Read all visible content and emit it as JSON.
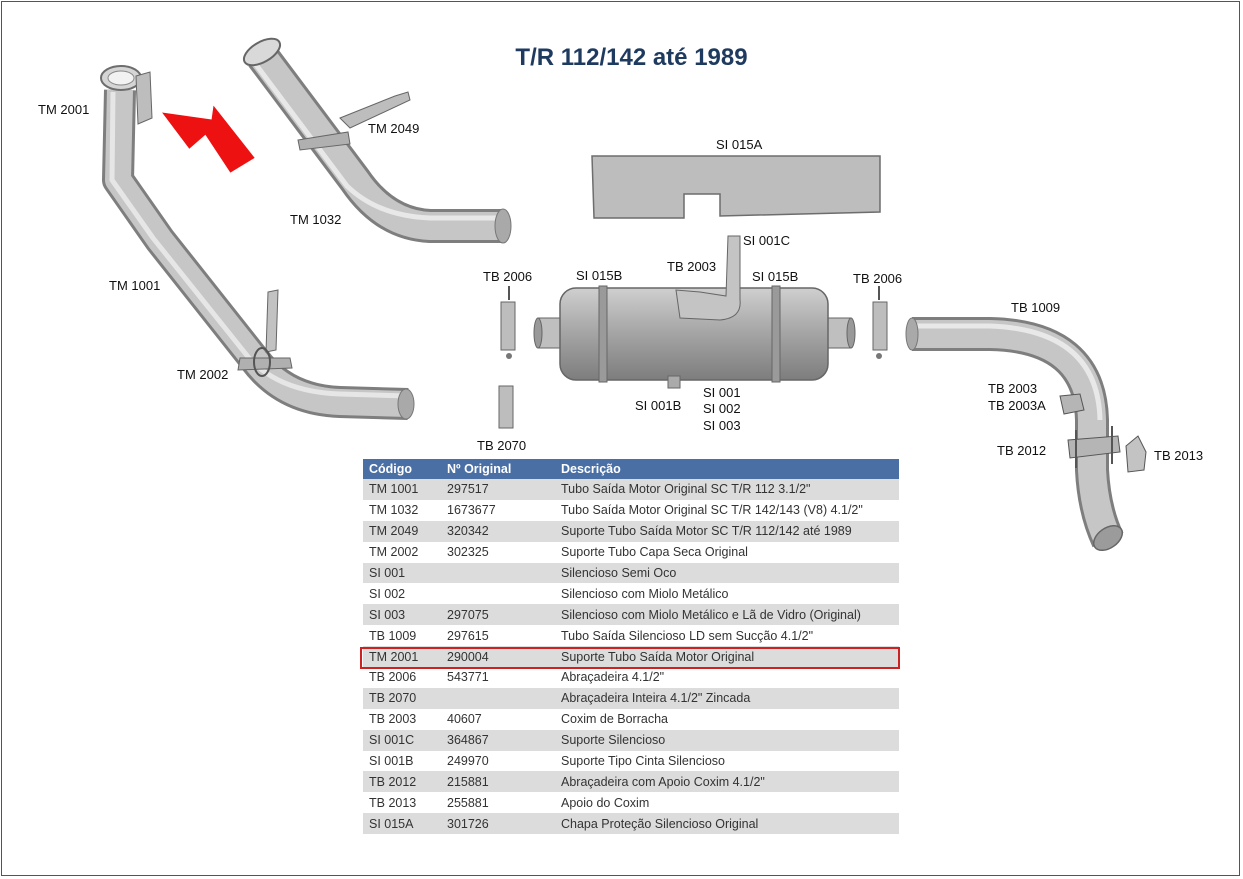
{
  "title": "T/R 112/142 até 1989",
  "labels": {
    "tm2001": "TM 2001",
    "tm2049": "TM 2049",
    "tm1032": "TM 1032",
    "tm1001": "TM 1001",
    "tm2002": "TM 2002",
    "si015a": "SI 015A",
    "si001c": "SI 001C",
    "tb2006_left": "TB 2006",
    "si015b_left": "SI 015B",
    "tb2003_top": "TB 2003",
    "si015b_right": "SI 015B",
    "tb2006_right": "TB 2006",
    "tb1009": "TB 1009",
    "si001b": "SI 001B",
    "si001": "SI 001",
    "si002": "SI 002",
    "si003": "SI 003",
    "tb2070": "TB 2070",
    "tb2003_right": "TB 2003",
    "tb2003a": "TB 2003A",
    "tb2012": "TB 2012",
    "tb2013": "TB 2013"
  },
  "table": {
    "headers": [
      "Código",
      "Nº Original",
      "Descrição"
    ],
    "rows": [
      [
        "TM 1001",
        "297517",
        "Tubo Saída Motor Original SC T/R 112 3.1/2\""
      ],
      [
        "TM 1032",
        "1673677",
        "Tubo Saída Motor Original SC T/R 142/143 (V8) 4.1/2\""
      ],
      [
        "TM 2049",
        "320342",
        "Suporte Tubo Saída Motor SC T/R 112/142 até 1989"
      ],
      [
        "TM 2002",
        "302325",
        "Suporte Tubo Capa Seca Original"
      ],
      [
        "SI 001",
        "",
        "Silencioso Semi Oco"
      ],
      [
        "SI 002",
        "",
        "Silencioso com Miolo Metálico"
      ],
      [
        "SI 003",
        "297075",
        "Silencioso com Miolo Metálico e Lã de Vidro (Original)"
      ],
      [
        "TB 1009",
        "297615",
        "Tubo Saída Silencioso LD sem Sucção 4.1/2\""
      ],
      [
        "TM 2001",
        "290004",
        "Suporte Tubo Saída Motor Original"
      ],
      [
        "TB 2006",
        "543771",
        "Abraçadeira 4.1/2\""
      ],
      [
        "TB 2070",
        "",
        "Abraçadeira Inteira 4.1/2\" Zincada"
      ],
      [
        "TB 2003",
        "40607",
        "Coxim de Borracha"
      ],
      [
        "SI 001C",
        "364867",
        "Suporte Silencioso"
      ],
      [
        "SI 001B",
        "249970",
        "Suporte Tipo Cinta Silencioso"
      ],
      [
        "TB 2012",
        "215881",
        "Abraçadeira com Apoio Coxim 4.1/2\""
      ],
      [
        "TB 2013",
        "255881",
        "Apoio do Coxim"
      ],
      [
        "SI 015A",
        "301726",
        "Chapa Proteção Silencioso Original"
      ]
    ],
    "highlighted_code": "TM 2001"
  },
  "colors": {
    "title": "#1f3a5f",
    "table_header": "#4a6fa5",
    "row_shade": "#dcdcdc",
    "highlight_border": "#cc2222",
    "arrow": "#ee1111"
  }
}
